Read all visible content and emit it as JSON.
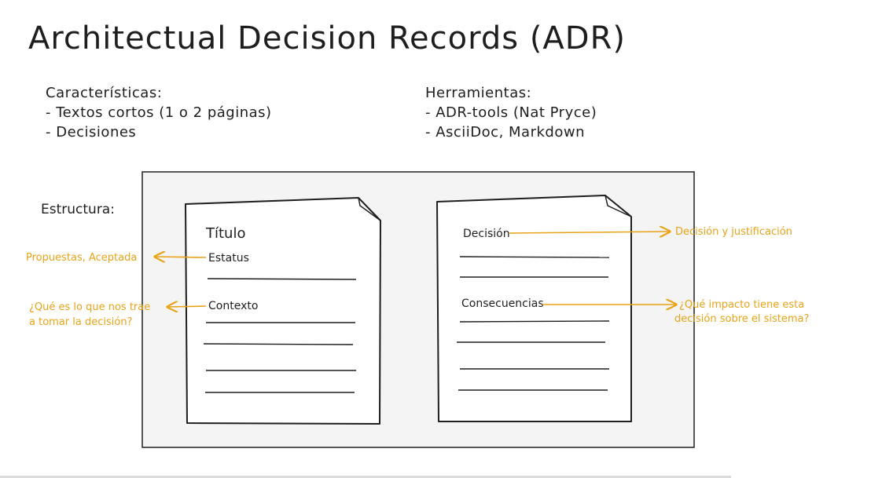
{
  "title": "Architectual Decision Records (ADR)",
  "caracteristicas": {
    "heading": "Características:",
    "items": [
      "- Textos cortos (1 o 2 páginas)",
      "- Decisiones"
    ]
  },
  "herramientas": {
    "heading": "Herramientas:",
    "items": [
      "- ADR-tools (Nat Pryce)",
      "- AsciiDoc, Markdown"
    ]
  },
  "estructura_label": "Estructura:",
  "left_doc": {
    "title": "Título",
    "field_status": "Estatus",
    "field_context": "Contexto"
  },
  "right_doc": {
    "field_decision": "Decisión",
    "field_consequences": "Consecuencias"
  },
  "annotations": {
    "status": "Propuestas, Aceptada",
    "context_line1": "¿Qué es lo que nos trae",
    "context_line2": "a tomar la decisión?",
    "decision": "Decisión y justificación",
    "consequences_line1": "¿Qué impacto tiene esta",
    "consequences_line2": "decisión sobre el sistema?"
  },
  "colors": {
    "ink": "#1e1e1e",
    "annotation": "#e8a317",
    "frame_fill": "#f4f4f4",
    "doc_fill": "#ffffff"
  }
}
